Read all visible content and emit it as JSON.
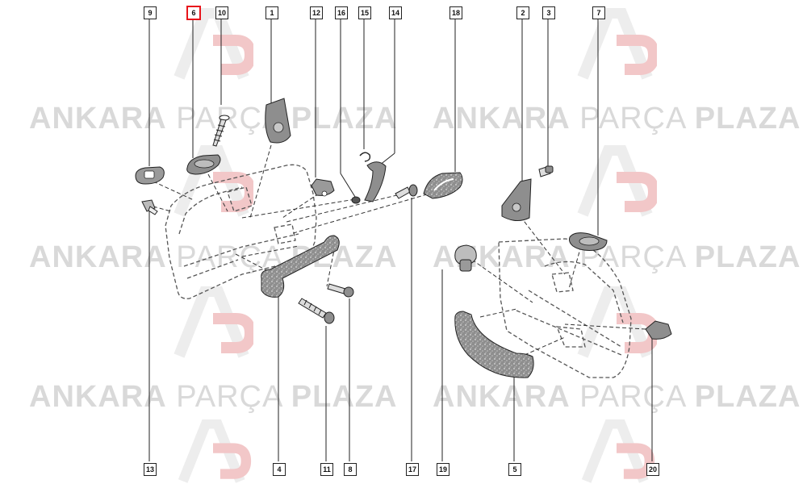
{
  "watermark": {
    "brand_word_1": "ANKARA",
    "brand_word_2": "PARÇA",
    "brand_word_3": "PLAZA",
    "logo_icon": "ap-logo-icon",
    "color": "#d9d9d9",
    "logo_accent": "#f2c7c8"
  },
  "labels": [
    {
      "id": "9",
      "text": "9"
    },
    {
      "id": "6",
      "text": "6",
      "highlighted": true
    },
    {
      "id": "10",
      "text": "10"
    },
    {
      "id": "1",
      "text": "1"
    },
    {
      "id": "12",
      "text": "12"
    },
    {
      "id": "16",
      "text": "16"
    },
    {
      "id": "15",
      "text": "15"
    },
    {
      "id": "14",
      "text": "14"
    },
    {
      "id": "18",
      "text": "18"
    },
    {
      "id": "2",
      "text": "2"
    },
    {
      "id": "3",
      "text": "3"
    },
    {
      "id": "7",
      "text": "7"
    },
    {
      "id": "13",
      "text": "13"
    },
    {
      "id": "4",
      "text": "4"
    },
    {
      "id": "11",
      "text": "11"
    },
    {
      "id": "8",
      "text": "8"
    },
    {
      "id": "17",
      "text": "17"
    },
    {
      "id": "19",
      "text": "19"
    },
    {
      "id": "5",
      "text": "5"
    },
    {
      "id": "20",
      "text": "20"
    }
  ],
  "colors": {
    "line": "#222222",
    "highlight": "#e8141b",
    "part_fill": "#9a9a9a"
  }
}
